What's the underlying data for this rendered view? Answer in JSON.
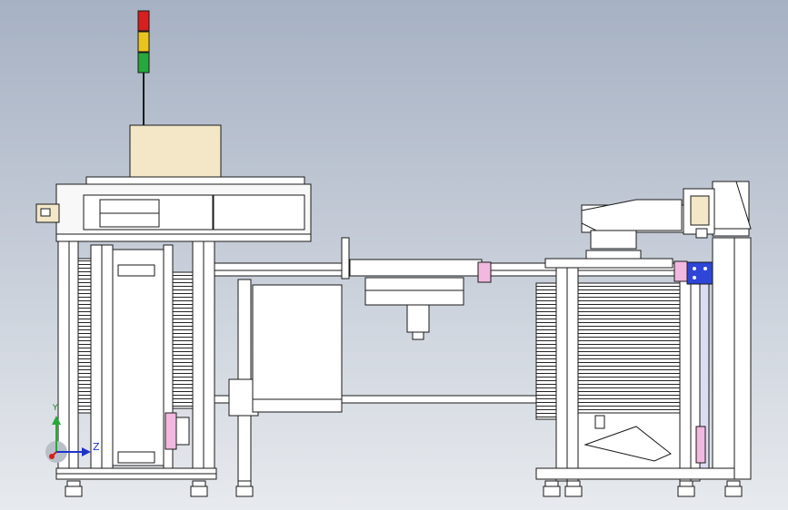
{
  "viewport": {
    "background_top": "#a6b1c3",
    "background_bottom": "#e7eaee"
  },
  "model": {
    "line_color": "#1a1a1a",
    "frame_fill": "#f4f4f4",
    "panel_fill": "#ffffff",
    "enclosure_fill": "#f3e7c8",
    "highlight_pink": "#f2b8df",
    "highlight_blue": "#2e45d8"
  },
  "signal_tower": {
    "lights": [
      {
        "name": "red",
        "color": "#d81e1e"
      },
      {
        "name": "amber",
        "color": "#e9c51c"
      },
      {
        "name": "green",
        "color": "#27a83a"
      }
    ]
  },
  "triad": {
    "y_label": "Y",
    "z_label": "Z",
    "y_color": "#27a83a",
    "z_color": "#1d33c9",
    "x_color": "#d81e1e"
  }
}
